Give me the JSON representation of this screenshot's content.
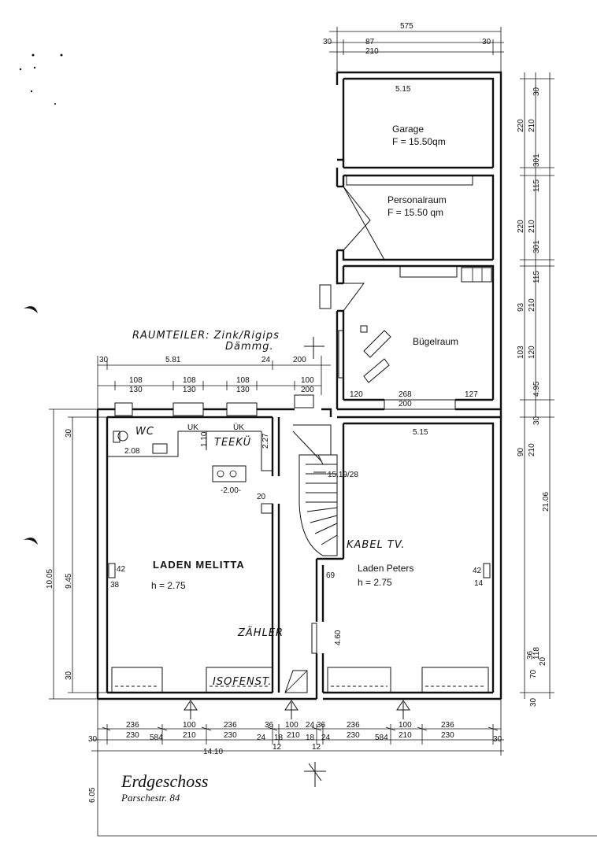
{
  "title": "Erdgeschoss",
  "address": "Parschestr. 84",
  "rooms": {
    "garage": {
      "name": "Garage",
      "area": "F = 15.50qm",
      "width": "5.15"
    },
    "personalraum": {
      "name": "Personalraum",
      "area": "F = 15.50 qm"
    },
    "buegelraum": {
      "name": "Bügelraum"
    },
    "laden_melitta": {
      "name": "LADEN MELITTA",
      "height": "h = 2.75"
    },
    "laden_peters": {
      "name": "Laden Peters",
      "height": "h = 2.75",
      "width": "5.15"
    },
    "wc": {
      "name": "WC",
      "size": "2.08"
    }
  },
  "annotations": {
    "raumteiler": "RAUMTEILER: Zink/Rigips",
    "daemmung": "Dämmg.",
    "teeku": "TEEKÜ",
    "zaehler": "ZÄHLER",
    "kabeltv": "KABEL TV.",
    "isofenst": "ISOFENST.",
    "kitchen_width": "-2.00-",
    "stairs": "15.19/28",
    "uk": "UK",
    "ue": "ÜK"
  },
  "dimensions": {
    "top_total": "575",
    "top_left": "30",
    "top_mid": "87",
    "top_mid2": "210",
    "top_right": "30",
    "right_col": [
      "30",
      "220",
      "210",
      "301",
      "115",
      "220",
      "210",
      "301",
      "115",
      "93",
      "210",
      "103",
      "120",
      "4.95",
      "30",
      "90",
      "210",
      "21.06",
      "36",
      "118",
      "20",
      "70",
      "30"
    ],
    "upper_front": [
      "30",
      "5.81",
      "24",
      "200"
    ],
    "window_widths_a": [
      "108",
      "108",
      "108",
      "100"
    ],
    "window_widths_b": [
      "130",
      "130",
      "130",
      "200"
    ],
    "buegel_dims": [
      "120",
      "268",
      "200",
      "127"
    ],
    "left_col": [
      "30",
      "10.05",
      "9.45",
      "30"
    ],
    "wc_dims": [
      "42",
      "38"
    ],
    "peters_side": [
      "42",
      "14"
    ],
    "peters_small": [
      "69",
      "4.60"
    ],
    "bottom_row1": [
      "236",
      "100",
      "236",
      "36",
      "100",
      "24",
      "36",
      "236",
      "100",
      "236"
    ],
    "bottom_row2": [
      "230",
      "210",
      "230",
      "24",
      "18",
      "210",
      "18",
      "24",
      "230",
      "210",
      "230"
    ],
    "bottom_row3": [
      "30",
      "584",
      "12",
      "12",
      "584",
      "30"
    ],
    "bottom_total": "14.10",
    "left_lower": "6.05",
    "kitchen_dim": "20",
    "door_dims": [
      "1.10",
      "2.27"
    ]
  }
}
